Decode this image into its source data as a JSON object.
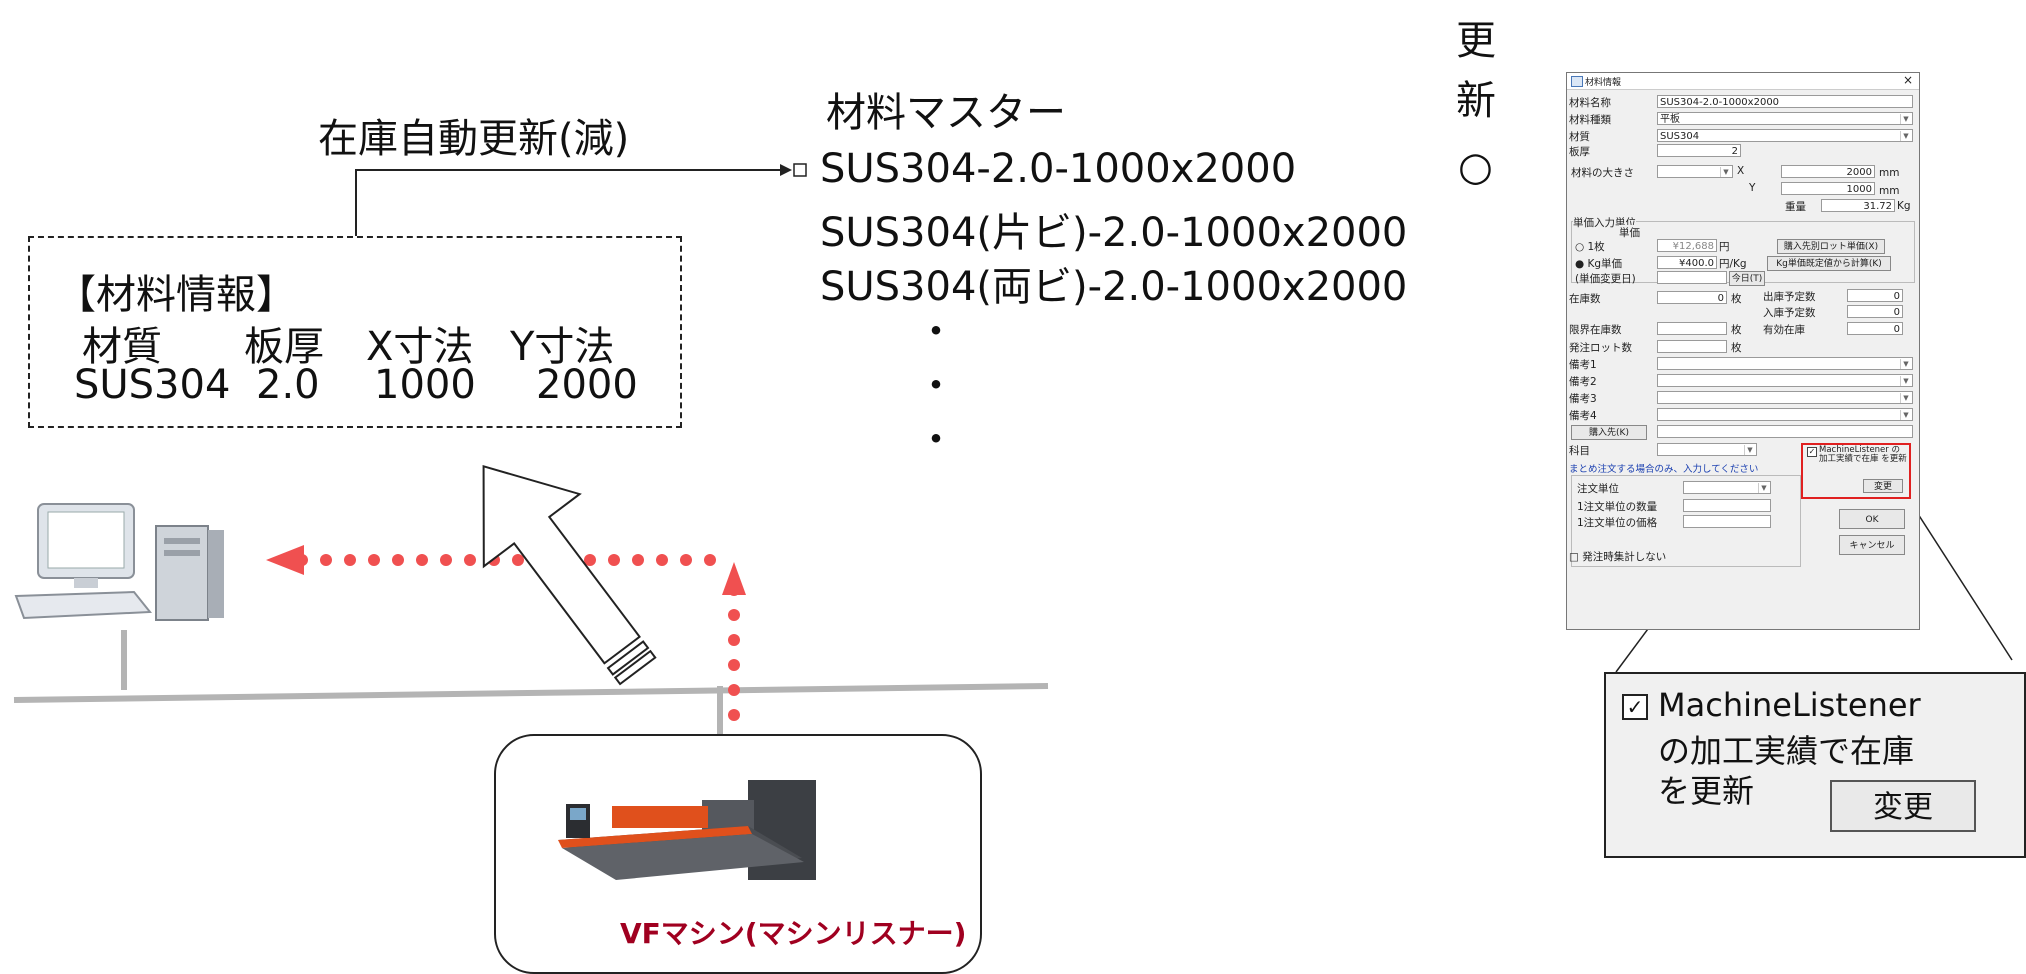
{
  "labels": {
    "auto_update": "在庫自動更新(減)",
    "material_master_title": "材料マスター",
    "update_col_line1": "更",
    "update_col_line2": "新",
    "update_mark": "○",
    "vf_machine": "VFマシン(マシンリスナー)"
  },
  "material_info": {
    "title": "【材料情報】",
    "headers": [
      "材質",
      "板厚",
      "X寸法",
      "Y寸法"
    ],
    "values": [
      "SUS304",
      "2.0",
      "1000",
      "2000"
    ]
  },
  "material_master": {
    "items": [
      "SUS304-2.0-1000x2000",
      "SUS304(片ビ)-2.0-1000x2000",
      "SUS304(両ビ)-2.0-1000x2000"
    ],
    "dots": [
      "・",
      "・",
      "・"
    ]
  },
  "dialog": {
    "title": "材料情報",
    "name_label": "材料名称",
    "name_value": "SUS304-2.0-1000x2000",
    "type_label": "材料種類",
    "type_value": "平板",
    "quality_label": "材質",
    "quality_value": "SUS304",
    "thickness_label": "板厚",
    "thickness_value": "2",
    "size_label": "材料の大きさ",
    "x_label": "X",
    "x_value": "2000",
    "y_label": "Y",
    "y_value": "1000",
    "mm": "mm",
    "weight_label": "重量",
    "weight_value": "31.72",
    "kg": "Kg",
    "unit_group_label": "単価入力単位",
    "price_group_label": "単価",
    "opt_sheet": "1枚",
    "sheet_price": "¥12,688",
    "yen": "円",
    "lot_price_button": "購入先別ロット単価(X)",
    "opt_kg": "Kg単価",
    "kg_price": "¥400.0",
    "yen_per_kg": "円/Kg",
    "kg_calc_button": "Kg単価既定値から計算(K)",
    "price_change_date": "(単価変更日)",
    "today_button": "今日(T)",
    "stock_label": "在庫数",
    "stock_value": "0",
    "sheets_unit": "枚",
    "planned_out_label": "出庫予定数",
    "planned_out_value": "0",
    "planned_in_label": "入庫予定数",
    "planned_in_value": "0",
    "effective_stock_label": "有効在庫",
    "effective_stock_value": "0",
    "limit_stock_label": "限界在庫数",
    "order_lot_label": "発注ロット数",
    "notes": [
      "備考1",
      "備考2",
      "備考3",
      "備考4"
    ],
    "supplier_button": "購入先(K)",
    "subject_label": "科目",
    "ml_check_text": "MachineListener の加工実績で在庫 を更新",
    "change_button": "変更",
    "bulk_note": "まとめ注文する場合のみ、入力してください",
    "order_unit_label": "注文単位",
    "qty_per_unit_label": "1注文単位の数量",
    "price_per_unit_label": "1注文単位の価格",
    "ok_button": "OK",
    "cancel_button": "キャンセル",
    "exclude_label": "発注時集計しない"
  },
  "zoom": {
    "check_line1": "MachineListener",
    "check_line2": "の加工実績で在庫",
    "check_line3": "を更新",
    "change_button": "変更"
  },
  "colors": {
    "red_dots": "#f05050",
    "highlight": "#e02020",
    "vf_text": "#a00020"
  }
}
